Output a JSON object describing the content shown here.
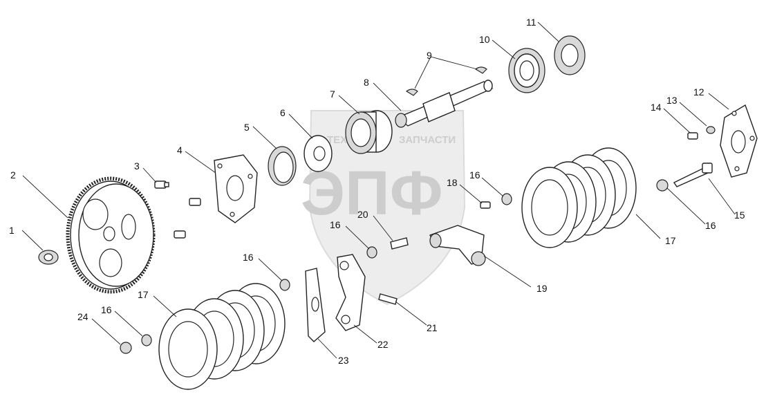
{
  "watermark": {
    "top_left": "ТЕХНИКА",
    "top_right": "ЗАПЧАСТИ",
    "logo": "ЭПФ"
  },
  "callouts": [
    {
      "id": "c1",
      "label": "1"
    },
    {
      "id": "c2",
      "label": "2"
    },
    {
      "id": "c3",
      "label": "3"
    },
    {
      "id": "c4",
      "label": "4"
    },
    {
      "id": "c5",
      "label": "5"
    },
    {
      "id": "c6",
      "label": "6"
    },
    {
      "id": "c7",
      "label": "7"
    },
    {
      "id": "c8",
      "label": "8"
    },
    {
      "id": "c9",
      "label": "9"
    },
    {
      "id": "c10",
      "label": "10"
    },
    {
      "id": "c11",
      "label": "11"
    },
    {
      "id": "c12",
      "label": "12"
    },
    {
      "id": "c13",
      "label": "13"
    },
    {
      "id": "c14",
      "label": "14"
    },
    {
      "id": "c15",
      "label": "15"
    },
    {
      "id": "c16a",
      "label": "16"
    },
    {
      "id": "c16b",
      "label": "16"
    },
    {
      "id": "c16c",
      "label": "16"
    },
    {
      "id": "c16d",
      "label": "16"
    },
    {
      "id": "c16e",
      "label": "16"
    },
    {
      "id": "c17a",
      "label": "17"
    },
    {
      "id": "c17b",
      "label": "17"
    },
    {
      "id": "c18",
      "label": "18"
    },
    {
      "id": "c19",
      "label": "19"
    },
    {
      "id": "c20",
      "label": "20"
    },
    {
      "id": "c21",
      "label": "21"
    },
    {
      "id": "c22",
      "label": "22"
    },
    {
      "id": "c23",
      "label": "23"
    },
    {
      "id": "c24",
      "label": "24"
    }
  ]
}
